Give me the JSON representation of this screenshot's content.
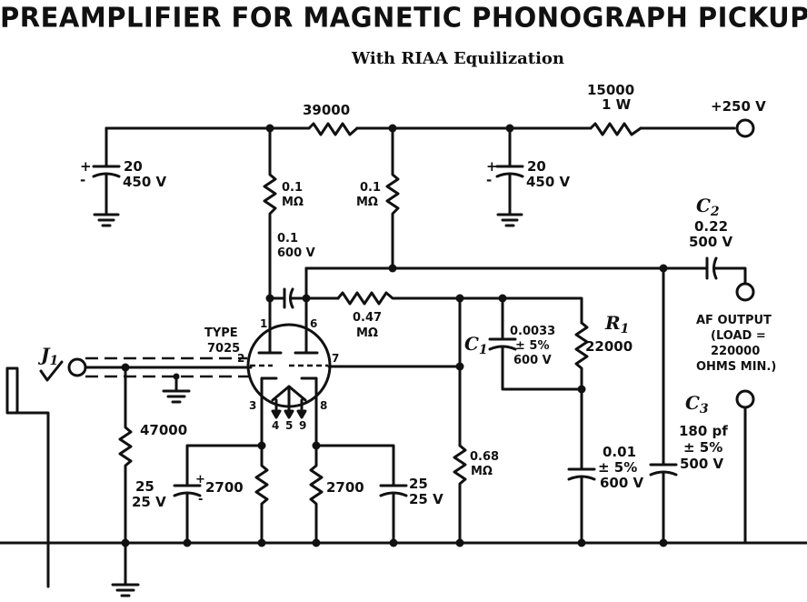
{
  "title": "PREAMPLIFIER FOR MAGNETIC PHONOGRAPH PICKUP",
  "subtitle": "With RIAA Equilization",
  "components": {
    "c_supply1": {
      "value": "20",
      "rating": "450 V",
      "plus": "+",
      "minus": "-"
    },
    "c_supply2": {
      "value": "20",
      "rating": "450 V",
      "plus": "+",
      "minus": "-"
    },
    "r_39000": {
      "value": "39000"
    },
    "r_15000": {
      "value": "15000",
      "rating": "1 W"
    },
    "supply_voltage": "+250 V",
    "r_plate1": {
      "value": "0.1",
      "unit": "MΩ"
    },
    "r_plate2": {
      "value": "0.1",
      "unit": "MΩ"
    },
    "c_coupling": {
      "value": "0.1",
      "rating": "600 V"
    },
    "c2": {
      "ref": "C2",
      "value": "0.22",
      "rating": "500 V"
    },
    "tube": {
      "type_label": "TYPE",
      "type": "7025",
      "pins": [
        "1",
        "2",
        "3",
        "4",
        "5",
        "9",
        "6",
        "7",
        "8"
      ]
    },
    "r_047": {
      "value": "0.47",
      "unit": "MΩ"
    },
    "c1": {
      "ref": "C1",
      "value": "0.0033",
      "tolerance": "± 5%",
      "rating": "600 V"
    },
    "r1": {
      "ref": "R1",
      "value": "22000"
    },
    "output": {
      "line1": "AF OUTPUT",
      "line2": "(LOAD =",
      "line3": "220000",
      "line4": "OHMS MIN.)"
    },
    "c3": {
      "ref": "C3",
      "value": "180 pf",
      "tolerance": "± 5%",
      "rating": "500 V"
    },
    "j1": {
      "ref": "J1"
    },
    "r_47000": {
      "value": "47000"
    },
    "c_cathode1": {
      "value": "25",
      "rating": "25 V",
      "plus": "+",
      "minus": "-"
    },
    "r_cathode1": {
      "value": "2700"
    },
    "r_cathode2": {
      "value": "2700"
    },
    "c_cathode2": {
      "value": "25",
      "rating": "25 V"
    },
    "r_068": {
      "value": "0.68",
      "unit": "MΩ"
    },
    "c_001": {
      "value": "0.01",
      "tolerance": "± 5%",
      "rating": "600 V"
    }
  }
}
